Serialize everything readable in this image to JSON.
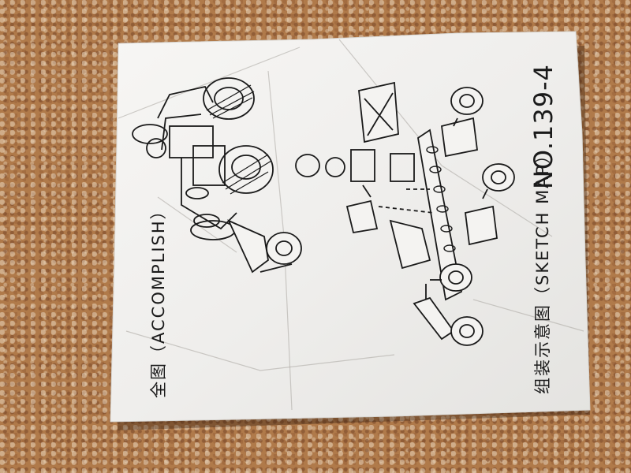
{
  "sheet": {
    "left_caption": "全图（ACCOMPLISH）",
    "right_caption": "组装示意图（SKETCH MAP）",
    "model_number": "NO.139-4"
  },
  "colors": {
    "table_surface": "#b07a4a",
    "paper": "#f4f3f1",
    "ink": "#1a1a1a"
  }
}
